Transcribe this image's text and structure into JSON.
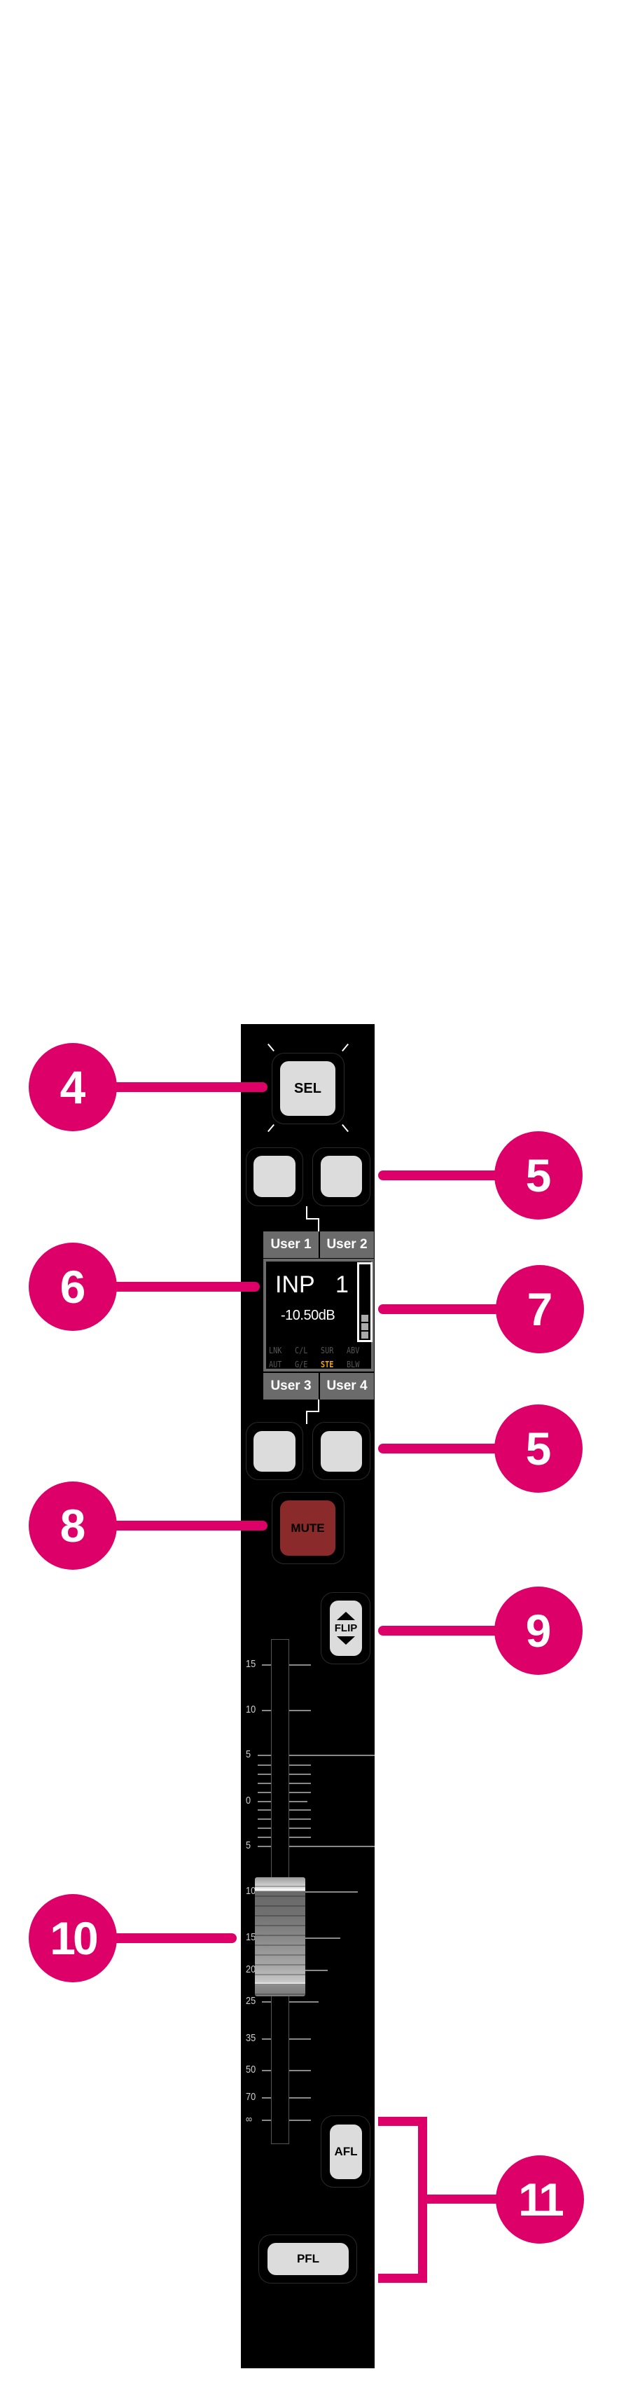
{
  "strip": {
    "sel_label": "SEL",
    "user_tabs": [
      "User 1",
      "User 2",
      "User 3",
      "User 4"
    ],
    "display": {
      "source": "INP",
      "channel": "1",
      "gain": "-10.50dB",
      "status_row1": [
        "LNK",
        "C/L",
        "SUR",
        "ABV"
      ],
      "status_row2": [
        "AUT",
        "G/E",
        "STE",
        "BLW"
      ],
      "active_status": "STE",
      "active_color": "#f0a500"
    },
    "meter_segments_lit": 3,
    "mute_label": "MUTE",
    "mute_color": "#8b2a2a",
    "flip_label": "FLIP",
    "fader_scale": [
      "15",
      "10",
      "5",
      "0",
      "5",
      "10",
      "15",
      "20",
      "25",
      "35",
      "50",
      "70",
      "∞"
    ],
    "fader_level_db": -15,
    "afl_label": "AFL",
    "pfl_label": "PFL"
  },
  "callouts": {
    "sel": "4",
    "user_keys_top": "5",
    "display": "6",
    "meter": "7",
    "user_keys_bottom": "5",
    "mute": "8",
    "flip": "9",
    "fader": "10",
    "afl_pfl": "11",
    "color": "#dd0069"
  }
}
